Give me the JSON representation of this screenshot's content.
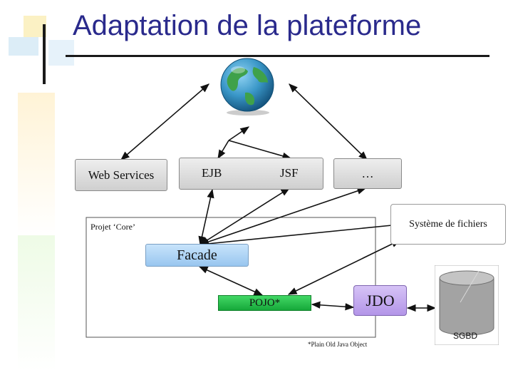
{
  "title": "Adaptation de la plateforme",
  "nodes": {
    "web_services": "Web Services",
    "ejb": "EJB",
    "jsf": "JSF",
    "ellipsis": "…",
    "systeme_fichiers": "Système de fichiers",
    "projet_core": "Projet ‘Core’",
    "facade": "Facade",
    "pojo": "POJO*",
    "jdo": "JDO",
    "sgbd": "SGBD",
    "footnote": "*Plain Old Java Object"
  },
  "colors": {
    "title": "#2a2a8c",
    "facade": "#a8d0f5",
    "pojo": "#22c24a",
    "jdo": "#c3a8ee",
    "box_gray": "#dddddd",
    "sgbd": "#a8a8a8"
  },
  "icons": [
    "globe-icon",
    "database-icon"
  ]
}
